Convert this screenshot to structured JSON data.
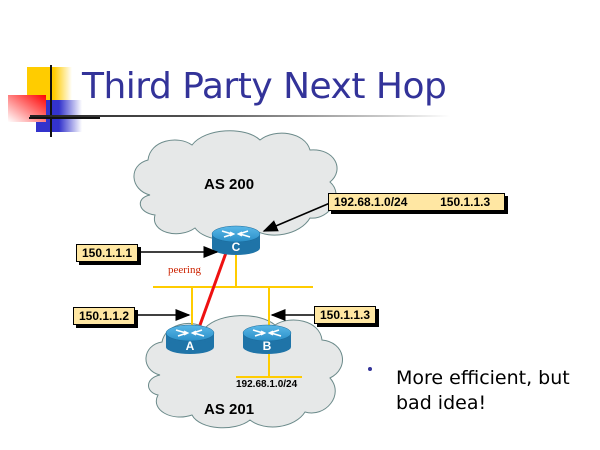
{
  "slide": {
    "title": "Third Party Next Hop",
    "colors": {
      "title": "#333399",
      "label_fill": "#ffe7a3",
      "cloud_fill": "#e6e8e8",
      "router_blue": "#2a8fc8",
      "ethernet": "#ffcc00",
      "peering_link": "#ee1111"
    }
  },
  "diagram": {
    "clouds": [
      {
        "id": "as200",
        "label": "AS 200"
      },
      {
        "id": "as201",
        "label": "AS 201"
      }
    ],
    "routers": [
      {
        "id": "C",
        "letter": "C"
      },
      {
        "id": "A",
        "letter": "A"
      },
      {
        "id": "B",
        "letter": "B"
      }
    ],
    "labels": {
      "route_prefix": "192.68.1.0/24",
      "route_next_hop": "150.1.1.3",
      "router_c_ip": "150.1.1.1",
      "router_a_ip": "150.1.1.2",
      "router_b_ip": "150.1.1.3",
      "as201_network": "192.68.1.0/24",
      "peering": "peering"
    }
  },
  "bullets": [
    {
      "text": "More efficient, but bad idea!"
    }
  ]
}
